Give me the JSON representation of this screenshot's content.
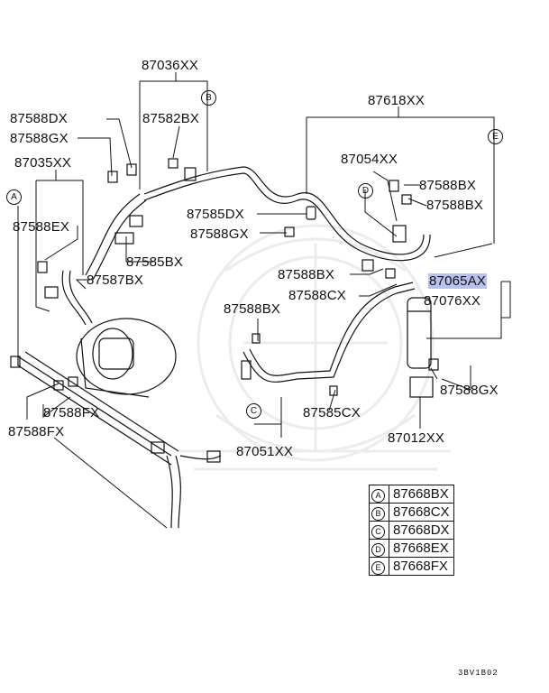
{
  "labels": {
    "p87036xx": "87036XX",
    "p87618xx": "87618XX",
    "p87588dx": "87588DX",
    "p87588gx_top": "87588GX",
    "p87582bx": "87582BX",
    "p87035xx": "87035XX",
    "p87054xx": "87054XX",
    "p87588bx_r1": "87588BX",
    "p87588bx_r2": "87588BX",
    "p87588ex": "87588EX",
    "p87585dx": "87585DX",
    "p87588gx_mid": "87588GX",
    "p87585bx": "87585BX",
    "p87587bx": "87587BX",
    "p87588bx_mid": "87588BX",
    "p87065ax": "87065AX",
    "p87588cx": "87588CX",
    "p87076xx": "87076XX",
    "p87588bx_low": "87588BX",
    "p87588gx_r": "87588GX",
    "p87588fx_a": "87588FX",
    "p87585cx": "87585CX",
    "p87588fx_b": "87588FX",
    "p87012xx": "87012XX",
    "p87051xx": "87051XX"
  },
  "callouts": {
    "a1": "A",
    "b1": "B",
    "c1": "C",
    "d1": "D",
    "e1": "E"
  },
  "legend": [
    {
      "key": "A",
      "part": "87668BX"
    },
    {
      "key": "B",
      "part": "87668CX"
    },
    {
      "key": "C",
      "part": "87668DX"
    },
    {
      "key": "D",
      "part": "87668EX"
    },
    {
      "key": "E",
      "part": "87668FX"
    }
  ],
  "drawing_code": "3BV1B02",
  "colors": {
    "highlight": "#b9c2ee",
    "ink": "#111111",
    "watermark": "#eeeeee"
  }
}
